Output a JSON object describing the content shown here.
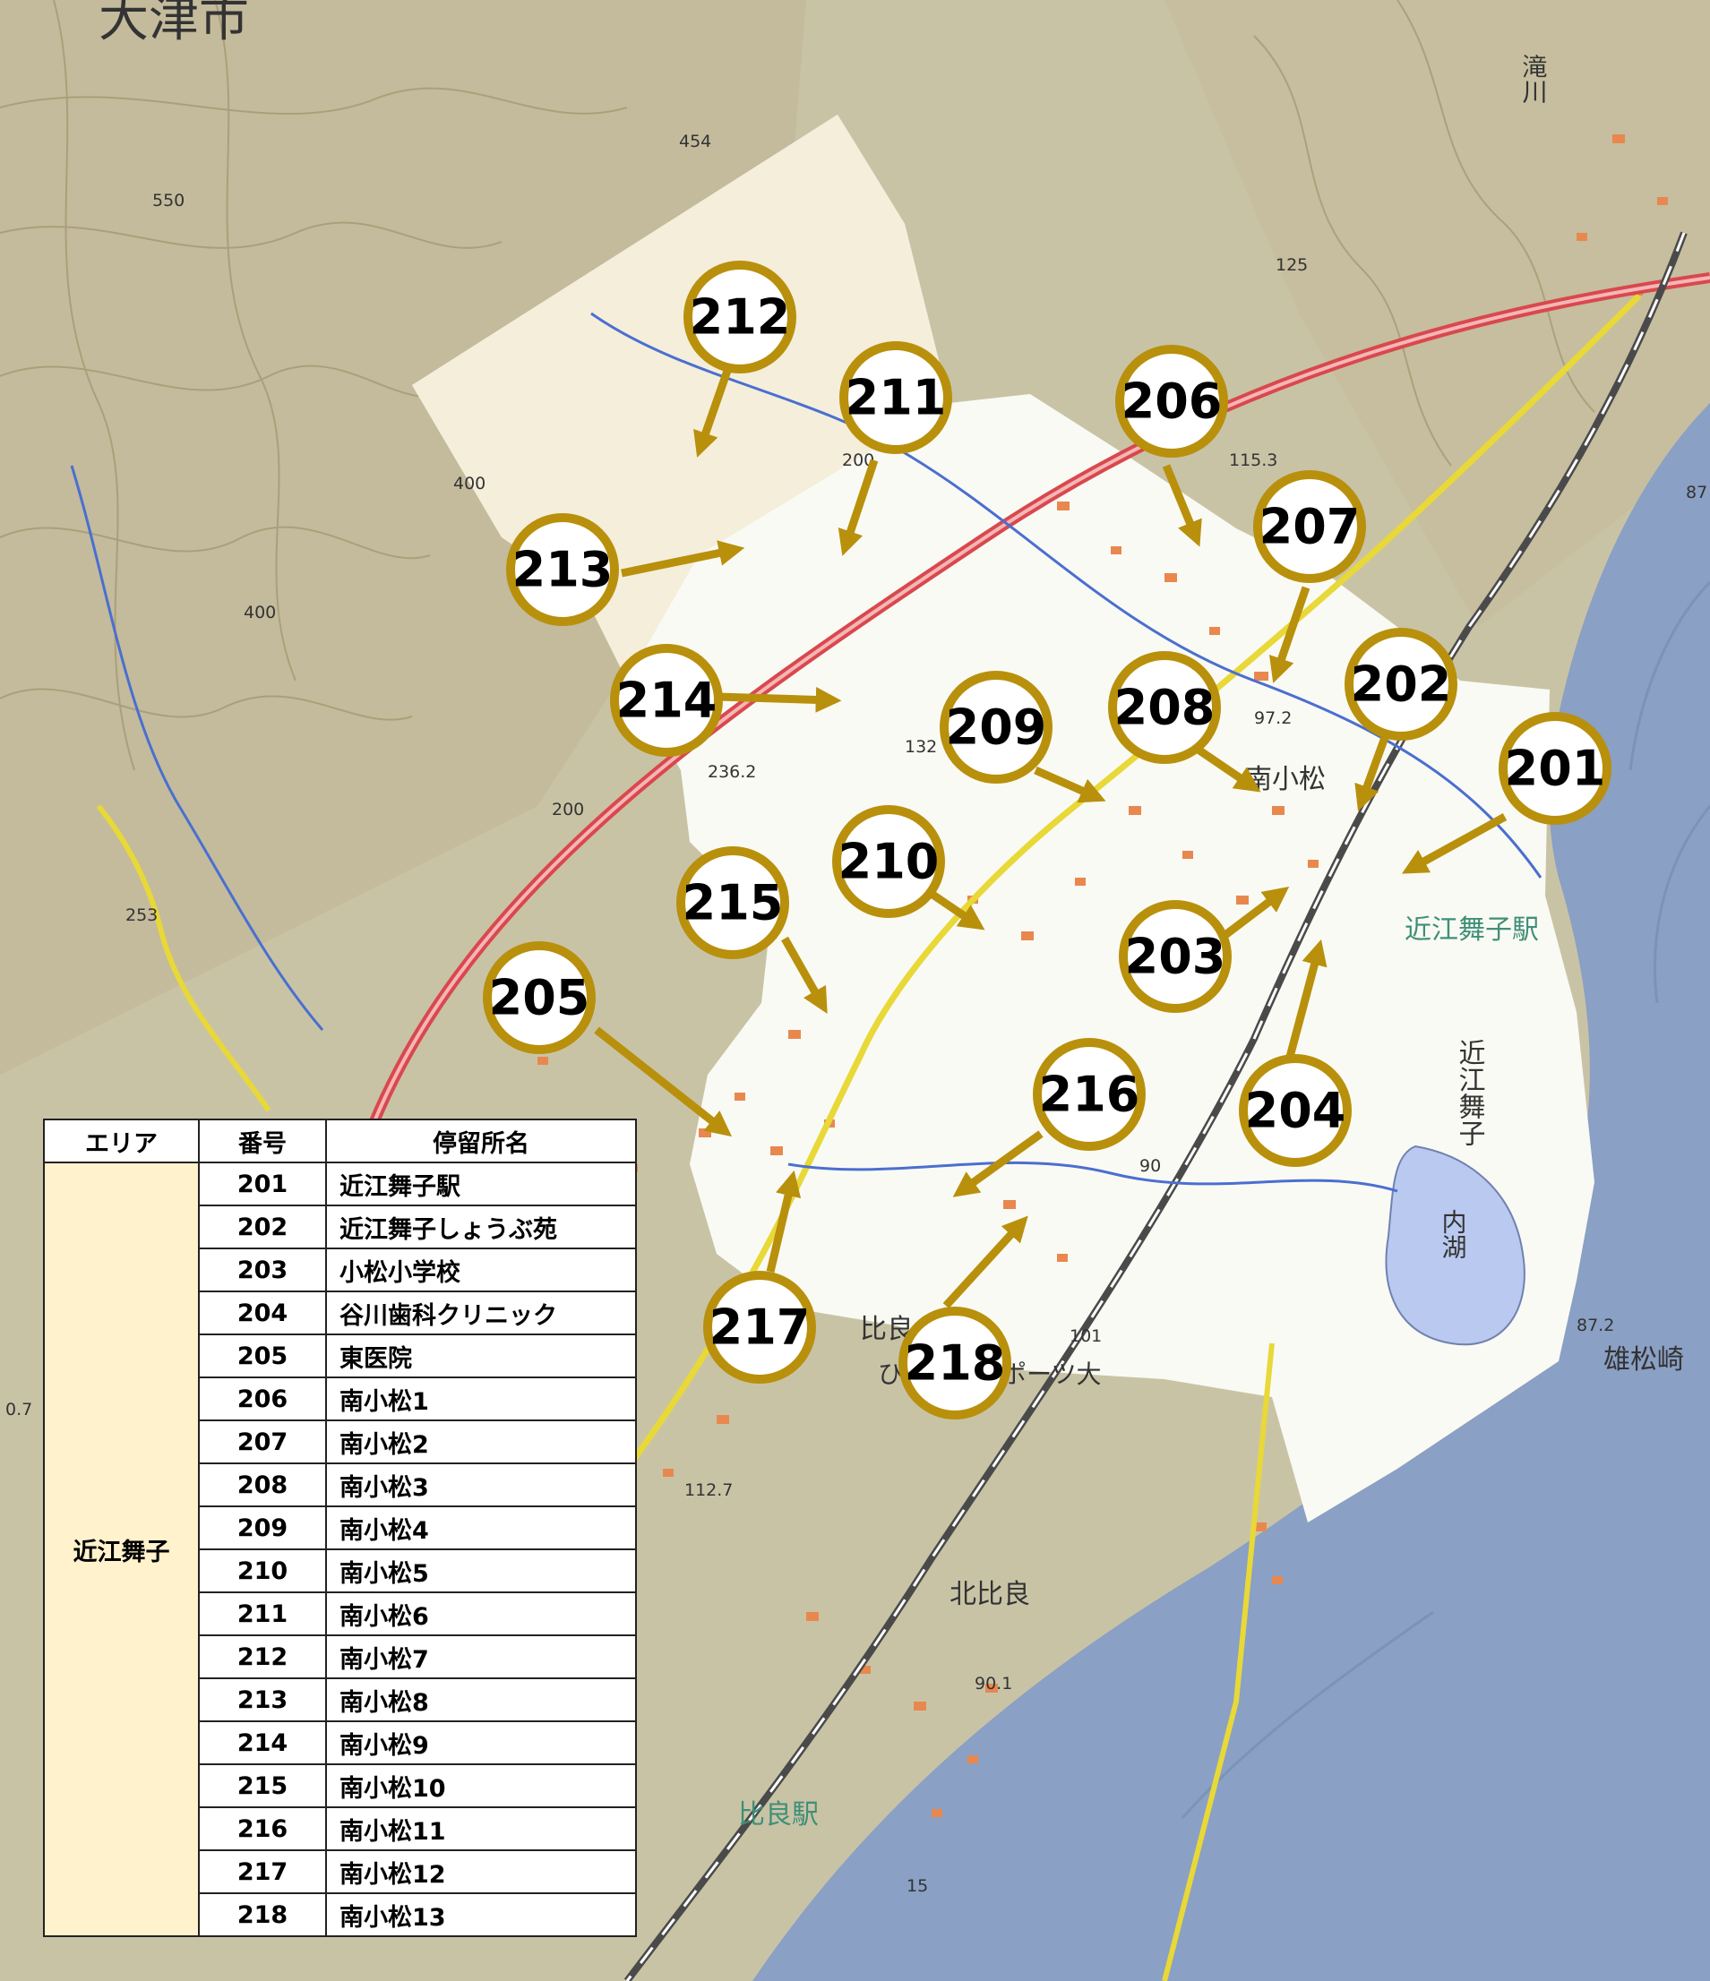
{
  "map": {
    "place_labels": [
      {
        "id": "otsu-city",
        "text": "大津市"
      },
      {
        "id": "takigawa",
        "text": "滝川"
      },
      {
        "id": "minamikomatsu",
        "text": "南小松"
      },
      {
        "id": "omimaiko-station",
        "text": "近江舞子駅"
      },
      {
        "id": "omimaiko",
        "text": "近江舞子"
      },
      {
        "id": "naiko",
        "text": "内湖"
      },
      {
        "id": "oshomatsuzaki",
        "text": "雄松崎"
      },
      {
        "id": "kitahira",
        "text": "北比良"
      },
      {
        "id": "hira-station",
        "text": "比良駅"
      },
      {
        "id": "hira",
        "text": "比良"
      },
      {
        "id": "sports",
        "text": "スポーツ大"
      },
      {
        "id": "hi",
        "text": "ひ"
      }
    ],
    "elevation_labels": [
      {
        "id": "e454",
        "text": "454"
      },
      {
        "id": "e400",
        "text": "400"
      },
      {
        "id": "e125",
        "text": "125"
      },
      {
        "id": "e1153",
        "text": "115.3"
      },
      {
        "id": "e87",
        "text": "87"
      },
      {
        "id": "e972",
        "text": "97.2"
      },
      {
        "id": "e132",
        "text": "132"
      },
      {
        "id": "e2362",
        "text": "236.2"
      },
      {
        "id": "e253",
        "text": "253"
      },
      {
        "id": "e101",
        "text": "101"
      },
      {
        "id": "e872",
        "text": "87.2"
      },
      {
        "id": "e1127",
        "text": "112.7"
      },
      {
        "id": "e901",
        "text": "90.1"
      },
      {
        "id": "e07",
        "text": "0.7"
      },
      {
        "id": "c550",
        "text": "550"
      },
      {
        "id": "c400",
        "text": "400"
      },
      {
        "id": "c200a",
        "text": "200"
      },
      {
        "id": "c200b",
        "text": "200"
      },
      {
        "id": "c90",
        "text": "90"
      },
      {
        "id": "c15",
        "text": "15"
      }
    ],
    "markers": [
      "201",
      "202",
      "203",
      "204",
      "205",
      "206",
      "207",
      "208",
      "209",
      "210",
      "211",
      "212",
      "213",
      "214",
      "215",
      "216",
      "217",
      "218"
    ],
    "colors": {
      "marker_fill": "#ffffff",
      "marker_ring": "#b8900c",
      "arrow": "#b8900c",
      "lake": "#8aa0c4",
      "naiko": "#b9c9f0",
      "highlight_area": "#ffffff",
      "railway": "#4a4a4a",
      "highway": "#d9484d",
      "main_road": "#e8d838"
    }
  },
  "legend": {
    "headers": {
      "area": "エリア",
      "number": "番号",
      "stop": "停留所名"
    },
    "area_name": "近江舞子",
    "rows": [
      {
        "number": "201",
        "name": "近江舞子駅"
      },
      {
        "number": "202",
        "name": "近江舞子しょうぶ苑"
      },
      {
        "number": "203",
        "name": "小松小学校"
      },
      {
        "number": "204",
        "name": "谷川歯科クリニック"
      },
      {
        "number": "205",
        "name": "東医院"
      },
      {
        "number": "206",
        "name": "南小松1"
      },
      {
        "number": "207",
        "name": "南小松2"
      },
      {
        "number": "208",
        "name": "南小松3"
      },
      {
        "number": "209",
        "name": "南小松4"
      },
      {
        "number": "210",
        "name": "南小松5"
      },
      {
        "number": "211",
        "name": "南小松6"
      },
      {
        "number": "212",
        "name": "南小松7"
      },
      {
        "number": "213",
        "name": "南小松8"
      },
      {
        "number": "214",
        "name": "南小松9"
      },
      {
        "number": "215",
        "name": "南小松10"
      },
      {
        "number": "216",
        "name": "南小松11"
      },
      {
        "number": "217",
        "name": "南小松12"
      },
      {
        "number": "218",
        "name": "南小松13"
      }
    ]
  }
}
